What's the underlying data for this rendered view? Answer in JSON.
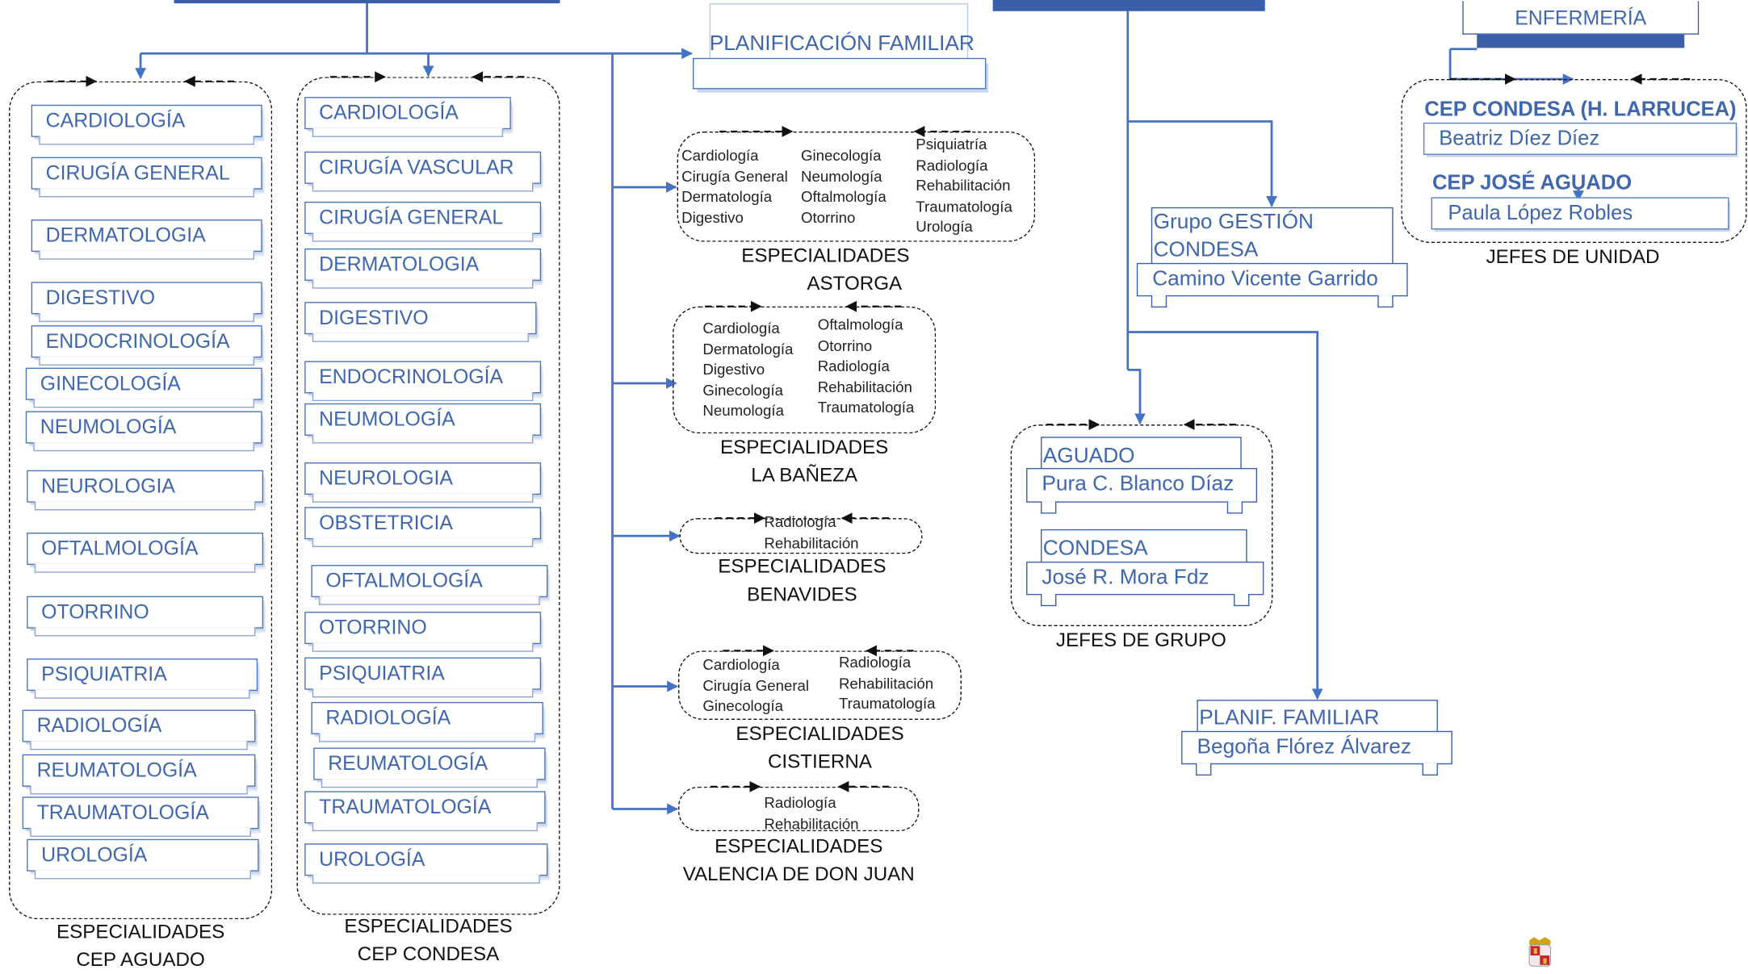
{
  "col1": {
    "items": [
      "CARDIOLOGÍA",
      "CIRUGÍA GENERAL",
      "DERMATOLOGIA",
      "DIGESTIVO",
      "ENDOCRINOLOGÍA",
      "GINECOLOGÍA",
      "NEUMOLOGÍA",
      "NEUROLOGIA",
      "OFTALMOLOGÍA",
      "OTORRINO",
      "PSIQUIATRIA",
      "RADIOLOGÍA",
      "REUMATOLOGÍA",
      "TRAUMATOLOGÍA",
      "UROLOGÍA"
    ],
    "caption_line1": "ESPECIALIDADES",
    "caption_line2": "CEP AGUADO"
  },
  "col2": {
    "items": [
      "CARDIOLOGÍA",
      "CIRUGÍA VASCULAR",
      "CIRUGÍA GENERAL",
      "DERMATOLOGIA",
      "DIGESTIVO",
      "ENDOCRINOLOGÍA",
      "NEUMOLOGÍA",
      "NEUROLOGIA",
      "OBSTETRICIA",
      "OFTALMOLOGÍA",
      "OTORRINO",
      "PSIQUIATRIA",
      "RADIOLOGÍA",
      "REUMATOLOGÍA",
      "TRAUMATOLOGÍA",
      "UROLOGÍA"
    ],
    "caption_line1": "ESPECIALIDADES",
    "caption_line2": "CEP CONDESA"
  },
  "planif_header": "PLANIFICACIÓN FAMILIAR",
  "astorga": {
    "col_a": [
      "Cardiología",
      "Cirugía General",
      "Dermatología",
      "Digestivo"
    ],
    "col_b": [
      "Ginecología",
      "Neumología",
      "Oftalmología",
      "Otorrino"
    ],
    "col_c": [
      "Psiquiatría",
      "Radiología",
      "Rehabilitación",
      "Traumatología",
      "Urología"
    ],
    "caption_line1": "ESPECIALIDADES",
    "caption_line2": "ASTORGA"
  },
  "labaneza": {
    "col_a": [
      "Cardiología",
      "Dermatología",
      "Digestivo",
      "Ginecología",
      "Neumología"
    ],
    "col_b": [
      "Oftalmología",
      "Otorrino",
      "Radiología",
      "Rehabilitación",
      "Traumatología"
    ],
    "caption_line1": "ESPECIALIDADES",
    "caption_line2": "LA BAÑEZA"
  },
  "benavides": {
    "items": [
      "Radiología",
      "Rehabilitación"
    ],
    "caption_line1": "ESPECIALIDADES",
    "caption_line2": "BENAVIDES"
  },
  "cistierna": {
    "col_a": [
      "Cardiología",
      "Cirugía General",
      "Ginecología"
    ],
    "col_b": [
      "Radiología",
      "Rehabilitación",
      "Traumatología"
    ],
    "caption_line1": "ESPECIALIDADES",
    "caption_line2": "CISTIERNA"
  },
  "valencia": {
    "items": [
      "Radiología",
      "Rehabilitación"
    ],
    "caption_line1": "ESPECIALIDADES",
    "caption_line2": "VALENCIA DE DON JUAN"
  },
  "gestion": {
    "header_line1": "Grupo GESTIÓN",
    "header_line2": "CONDESA",
    "name": "Camino Vicente Garrido"
  },
  "jefes_grupo": {
    "aguado_header": "AGUADO",
    "aguado_name": "Pura C. Blanco Díaz",
    "condesa_header": "CONDESA",
    "condesa_name": "José R. Mora Fdz",
    "caption": "JEFES DE GRUPO"
  },
  "planif_familiar": {
    "header": "PLANIF. FAMILIAR",
    "name": "Begoña Flórez Álvarez"
  },
  "enfermeria": {
    "header": "ENFERMERÍA",
    "cep_condesa": "CEP CONDESA (H. LARRUCEA)",
    "cep_condesa_name": "Beatriz Díez Díez",
    "cep_aguado": "CEP JOSÉ AGUADO",
    "cep_aguado_name": "Paula López Robles",
    "caption": "JEFES DE UNIDAD"
  },
  "colors": {
    "accent_blue": "#3f67ad",
    "line_blue": "#4472c4",
    "border_blue": "#3b5fa8",
    "dash_black": "#111111"
  },
  "icons": [
    "crest-icon"
  ]
}
